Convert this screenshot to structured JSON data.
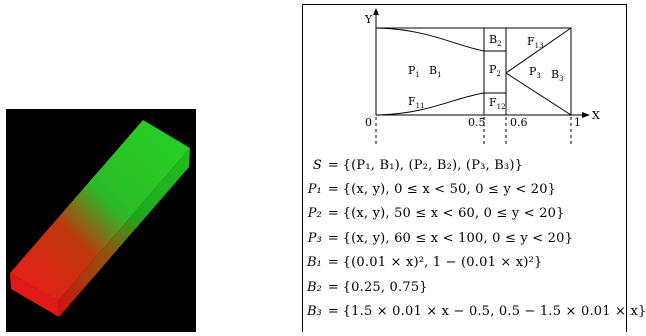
{
  "render": {
    "description_colors": {
      "top": "#2ee82e",
      "bottom": "#ff1a1a",
      "background": "#000000"
    }
  },
  "diagram": {
    "axis_y": "Y",
    "axis_x": "X",
    "ticks": {
      "origin": "0",
      "t05": "0.5",
      "t06": "0.6",
      "t1": "1"
    },
    "regions": {
      "P1": {
        "base": "P",
        "sub": "1"
      },
      "B1": {
        "base": "B",
        "sub": "1"
      },
      "P2": {
        "base": "P",
        "sub": "2"
      },
      "B2": {
        "base": "B",
        "sub": "2"
      },
      "P3": {
        "base": "P",
        "sub": "3"
      },
      "B3": {
        "base": "B",
        "sub": "3"
      },
      "F11": {
        "base": "F",
        "sub": "11"
      },
      "F12": {
        "base": "F",
        "sub": "12"
      },
      "F13": {
        "base": "F",
        "sub": "13"
      }
    }
  },
  "definitions": [
    {
      "symbol": "S",
      "eq": "=",
      "text": "{(P₁, B₁), (P₂, B₂), (P₃, B₃)}"
    },
    {
      "symbol": "P₁",
      "eq": "=",
      "text": "{(x, y), 0 ≤ x < 50, 0 ≤ y < 20}"
    },
    {
      "symbol": "P₂",
      "eq": "=",
      "text": "{(x, y), 50 ≤ x < 60, 0 ≤ y < 20}"
    },
    {
      "symbol": "P₃",
      "eq": "=",
      "text": "{(x, y), 60 ≤ x < 100, 0 ≤ y < 20}"
    },
    {
      "symbol": "B₁",
      "eq": "=",
      "text": "{(0.01 × x)², 1 − (0.01 × x)²}"
    },
    {
      "symbol": "B₂",
      "eq": "=",
      "text": "{0.25, 0.75}"
    },
    {
      "symbol": "B₃",
      "eq": "=",
      "text": "{1.5 × 0.01 × x − 0.5, 0.5 − 1.5 × 0.01 × x}"
    }
  ]
}
